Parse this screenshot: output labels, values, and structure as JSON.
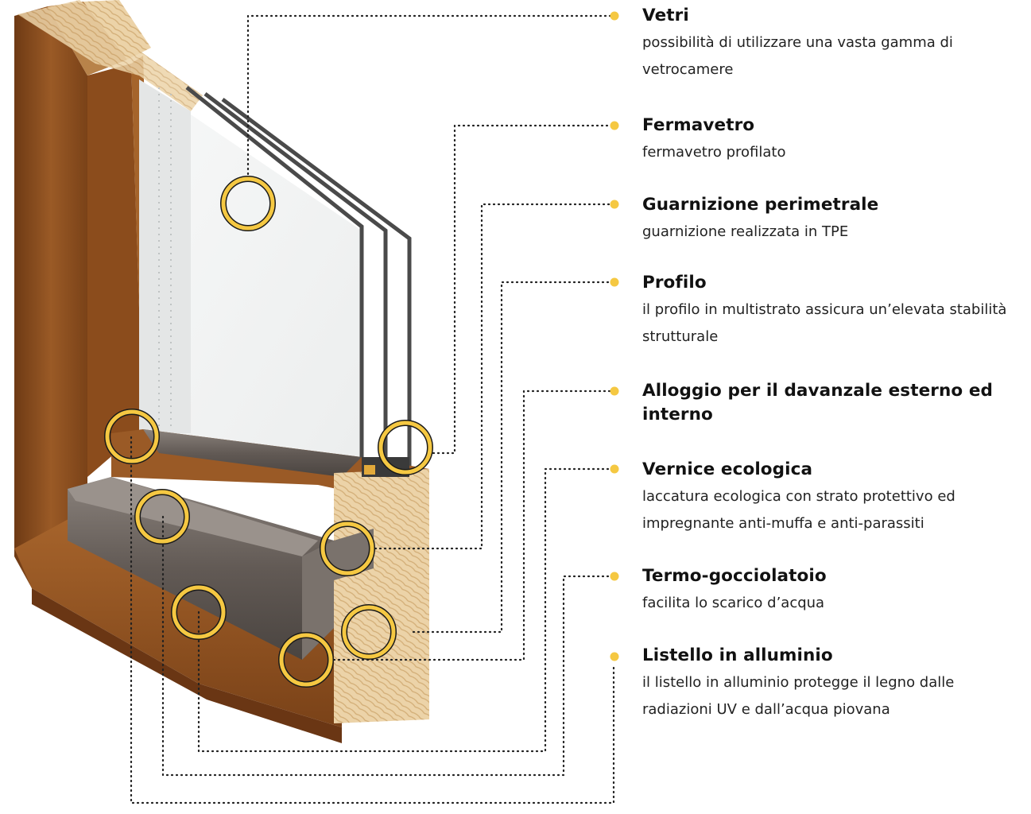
{
  "colors": {
    "marker": "#f5c842",
    "marker_outline": "#1a1a1a",
    "leader_line": "#222222",
    "wood_surface": "#8a4d1e",
    "wood_end_grain": "#e9cfa4",
    "aluminium_profile": "#5f5854",
    "glass": "#f2f4f4"
  },
  "features": [
    {
      "title": "Vetri",
      "description": "possibilità di utilizzare una vasta gamma di vetrocamere",
      "icon": "circle-marker-icon"
    },
    {
      "title": "Fermavetro",
      "description": "fermavetro profilato",
      "icon": "circle-marker-icon"
    },
    {
      "title": "Guarnizione perimetrale",
      "description": "guarnizione realizzata in TPE",
      "icon": "circle-marker-icon"
    },
    {
      "title": "Profilo",
      "description": "il profilo in multistrato assicura un’elevata stabilità strutturale",
      "icon": "circle-marker-icon"
    },
    {
      "title": "Alloggio per il davanzale esterno ed interno",
      "description": "",
      "icon": "circle-marker-icon"
    },
    {
      "title": "Vernice ecologica",
      "description": "laccatura ecologica con strato protettivo ed impregnante anti-muffa e anti-parassiti",
      "icon": "circle-marker-icon"
    },
    {
      "title": "Termo-gocciolatoio",
      "description": "facilita lo scarico d’acqua",
      "icon": "circle-marker-icon"
    },
    {
      "title": "Listello in alluminio",
      "description": "il listello in alluminio protegge il legno dalle radiazioni UV e dall’acqua piovana",
      "icon": "circle-marker-icon"
    }
  ]
}
